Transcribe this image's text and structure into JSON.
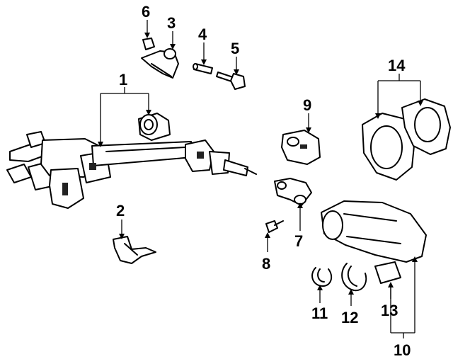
{
  "diagram": {
    "type": "exploded-parts-diagram",
    "callouts": [
      {
        "id": "1",
        "label": "1"
      },
      {
        "id": "2",
        "label": "2"
      },
      {
        "id": "3",
        "label": "3"
      },
      {
        "id": "4",
        "label": "4"
      },
      {
        "id": "5",
        "label": "5"
      },
      {
        "id": "6",
        "label": "6"
      },
      {
        "id": "7",
        "label": "7"
      },
      {
        "id": "8",
        "label": "8"
      },
      {
        "id": "9",
        "label": "9"
      },
      {
        "id": "10",
        "label": "10"
      },
      {
        "id": "11",
        "label": "11"
      },
      {
        "id": "12",
        "label": "12"
      },
      {
        "id": "13",
        "label": "13"
      },
      {
        "id": "14",
        "label": "14"
      }
    ],
    "colors": {
      "ink": "#000000",
      "background": "#ffffff"
    }
  }
}
